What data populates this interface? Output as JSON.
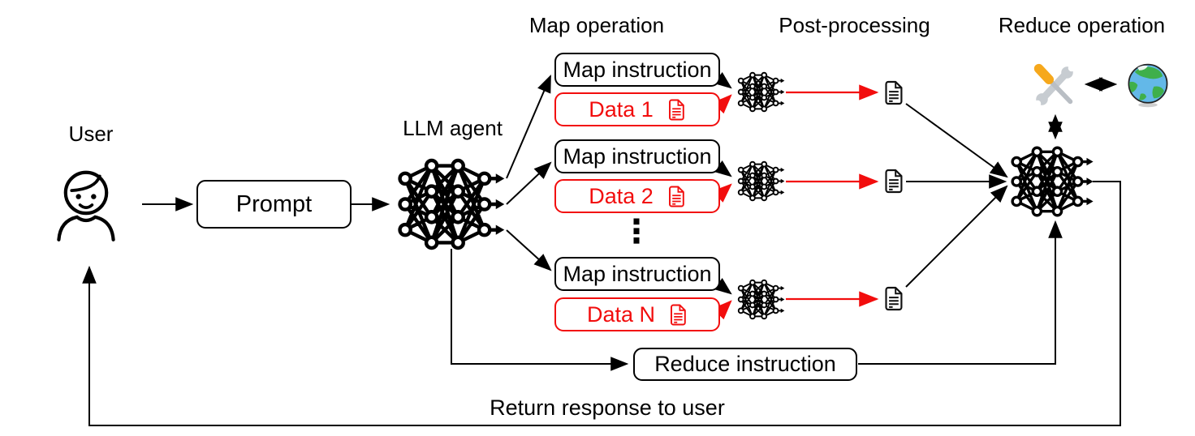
{
  "diagram": {
    "headers": {
      "map_operation": "Map operation",
      "post_processing": "Post-processing",
      "reduce_operation": "Reduce operation"
    },
    "labels": {
      "user": "User",
      "llm_agent": "LLM agent",
      "return_response": "Return response to user",
      "ellipsis": "⋮"
    },
    "boxes": {
      "prompt": "Prompt",
      "reduce_instruction": "Reduce instruction",
      "map_rows": [
        {
          "instruction": "Map instruction",
          "data_label": "Data 1"
        },
        {
          "instruction": "Map instruction",
          "data_label": "Data 2"
        },
        {
          "instruction": "Map instruction",
          "data_label": "Data N"
        }
      ]
    },
    "icons": {
      "user": "person-icon",
      "llm_agent": "neural-network-icon",
      "map_workers": "neural-network-icon",
      "reduce_worker": "neural-network-icon",
      "post_processing_output": "document-icon",
      "data_attachment": "document-icon",
      "tools": "tools-icon",
      "web": "globe-icon"
    },
    "colors": {
      "red_accent": "#f20d0d",
      "line_black": "#000000",
      "tool_orange": "#f6a81c",
      "tool_gray": "#c7ccd1",
      "globe_blue": "#63b8e8",
      "globe_green": "#3faf4b"
    }
  }
}
